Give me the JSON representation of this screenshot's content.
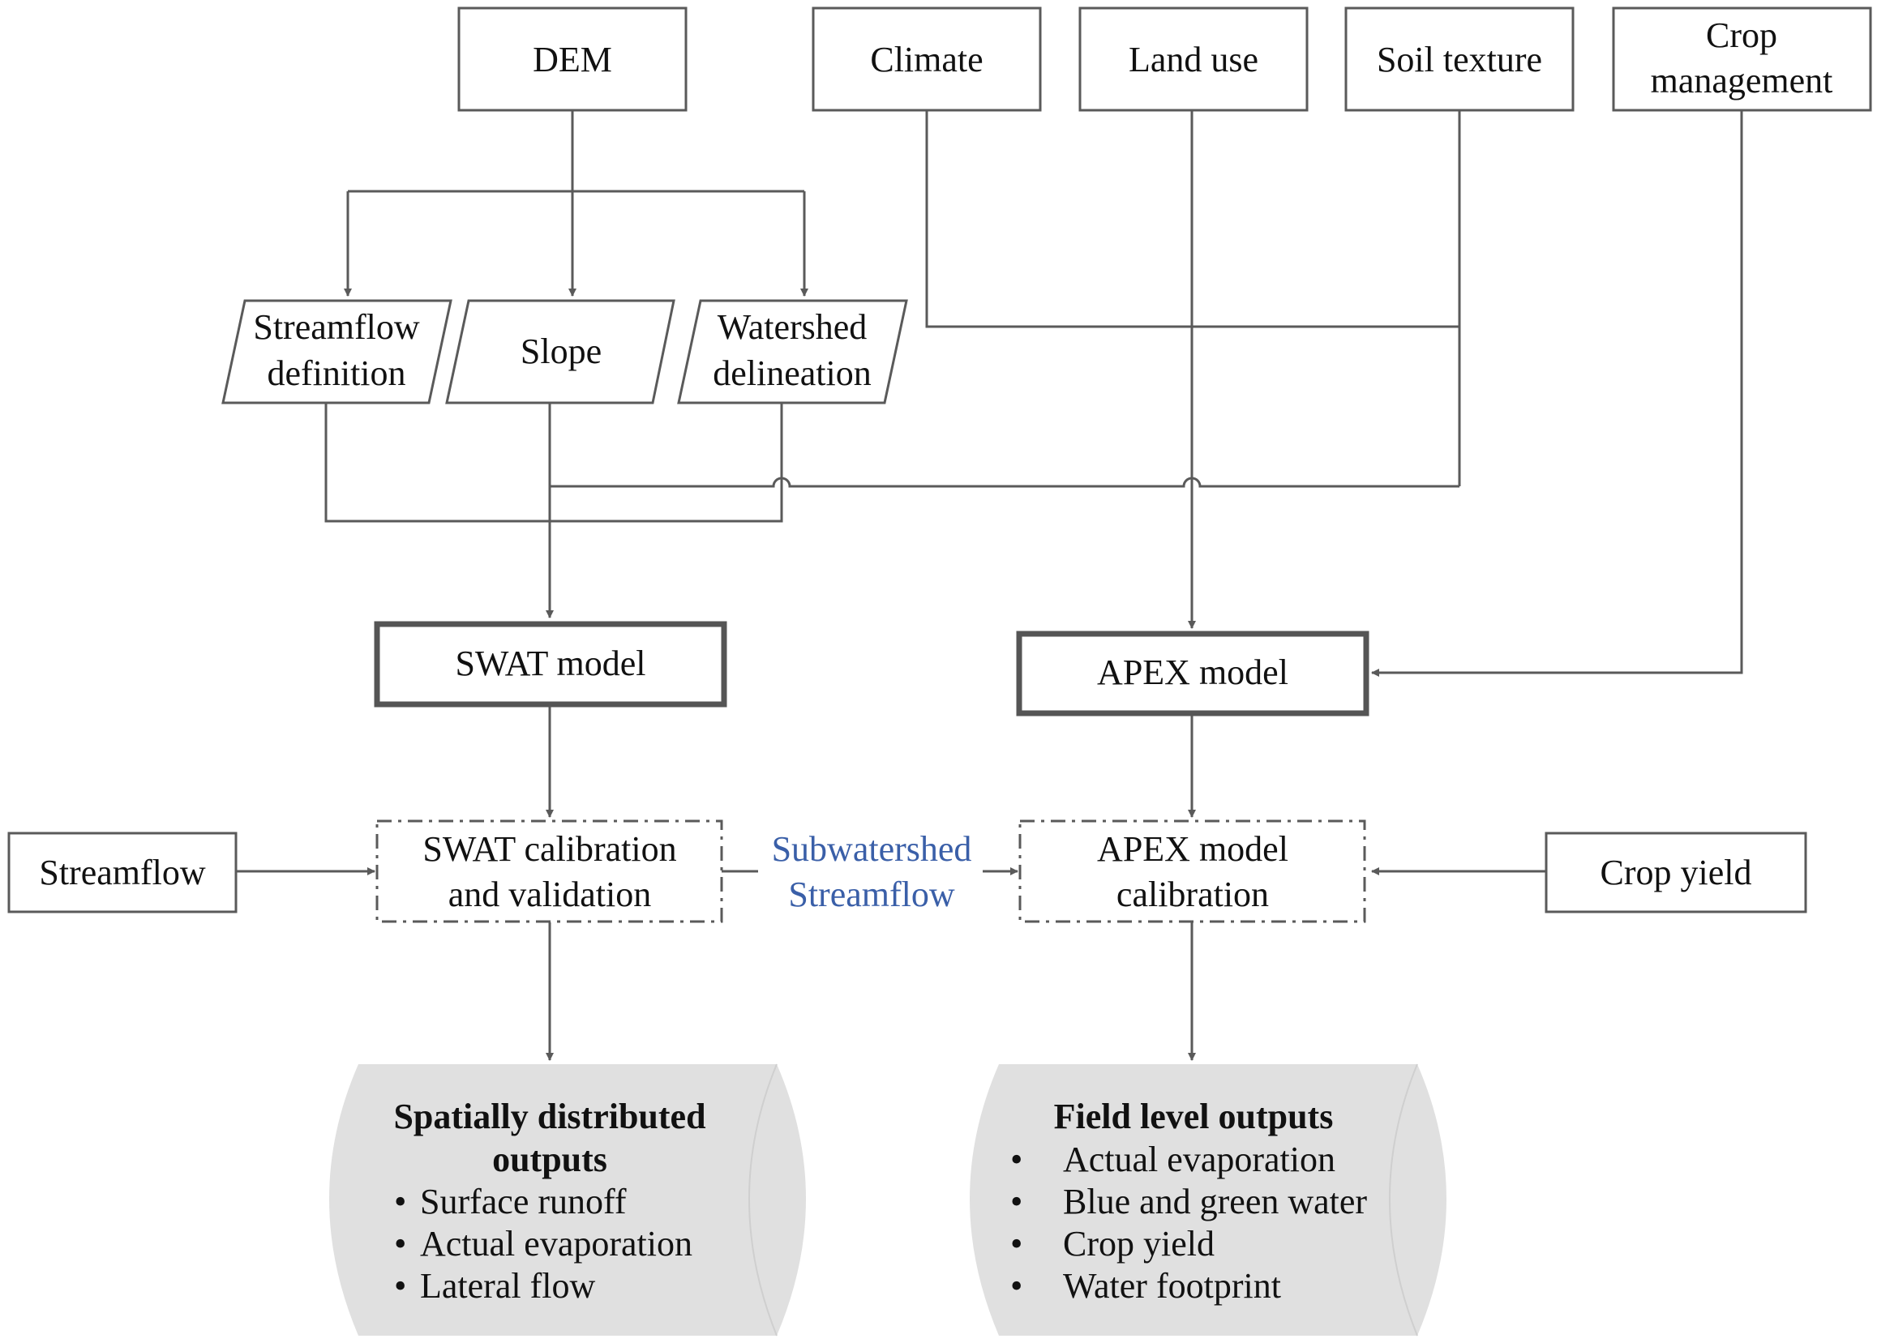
{
  "inputs": {
    "dem": "DEM",
    "climate": "Climate",
    "land_use": "Land use",
    "soil_texture": "Soil texture",
    "crop_management": [
      "Crop",
      "management"
    ]
  },
  "derived": {
    "streamflow_definition": [
      "Streamflow",
      "definition"
    ],
    "slope": "Slope",
    "watershed_delineation": [
      "Watershed",
      "delineation"
    ]
  },
  "models": {
    "swat": "SWAT model",
    "apex": "APEX model"
  },
  "calibration": {
    "swat": [
      "SWAT calibration",
      "and validation"
    ],
    "apex": [
      "APEX model",
      "calibration"
    ],
    "link_label": [
      "Subwatershed",
      "Streamflow"
    ]
  },
  "observations": {
    "streamflow": "Streamflow",
    "crop_yield": "Crop yield"
  },
  "outputs": {
    "swat": {
      "title": [
        "Spatially distributed",
        "outputs"
      ],
      "items": [
        "Surface runoff",
        "Actual evaporation",
        "Lateral flow"
      ]
    },
    "apex": {
      "title": "Field level outputs",
      "items": [
        "Actual evaporation",
        "Blue and green water",
        "Crop yield",
        "Water footprint"
      ]
    }
  },
  "colors": {
    "line": "#5a5a5a",
    "link_label": "#3a5fa8",
    "output_fill": "#e0e0e0"
  }
}
